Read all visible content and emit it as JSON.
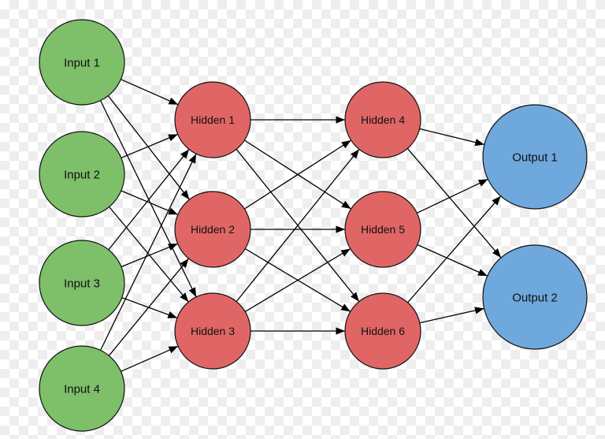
{
  "colors": {
    "input": "#7ebf6a",
    "hidden": "#e06666",
    "output": "#6fa8dc",
    "stroke": "#111111",
    "edge": "#000000"
  },
  "layers": [
    {
      "name": "input",
      "nodes": [
        "Input 1",
        "Input 2",
        "Input 3",
        "Input 4"
      ]
    },
    {
      "name": "hidden",
      "nodes": [
        "Hidden 1",
        "Hidden 2",
        "Hidden 3"
      ]
    },
    {
      "name": "hidden",
      "nodes": [
        "Hidden 4",
        "Hidden 5",
        "Hidden 6"
      ]
    },
    {
      "name": "output",
      "nodes": [
        "Output 1",
        "Output 2"
      ]
    }
  ],
  "connectivity": "fully-connected"
}
